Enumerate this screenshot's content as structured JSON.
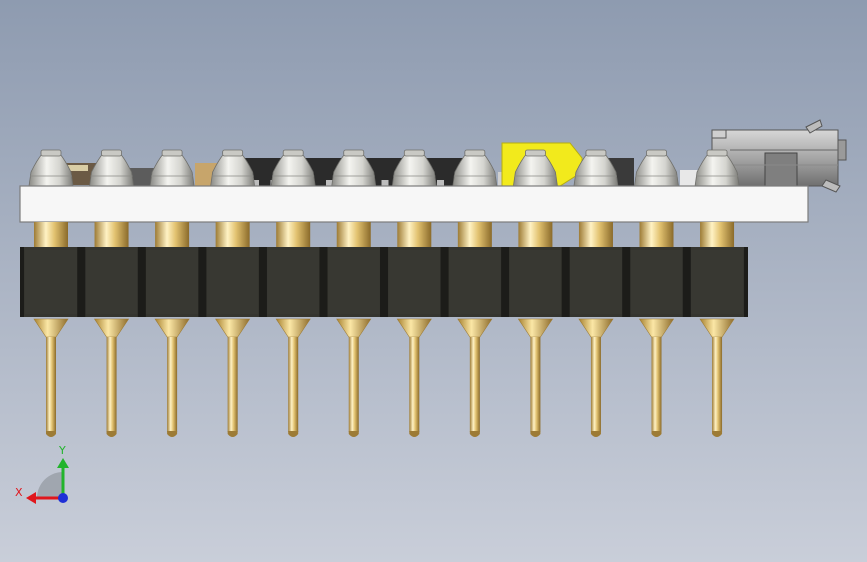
{
  "viewport": {
    "background_top": "#8e9bb0",
    "background_bottom": "#c9ced9"
  },
  "model": {
    "pin_count": 12,
    "colors": {
      "pcb_board": "#f7f7f7",
      "pcb_outline": "#7c7c7c",
      "header_body": "#35352f",
      "header_divider": "#1c1c19",
      "pin_gold": "#e2c270",
      "pin_gold_light": "#fff2c4",
      "pin_gold_dark": "#9d7b35",
      "socket_silver": "#d8d8d8",
      "chip_black": "#2b2b2b",
      "yellow_component": "#f2ea1c",
      "usb_connector": "#a9a9a9"
    }
  },
  "triad": {
    "x_label": "X",
    "y_label": "Y",
    "x_color": "#e0161c",
    "y_color": "#22b42c",
    "z_color": "#1f2fd6"
  }
}
